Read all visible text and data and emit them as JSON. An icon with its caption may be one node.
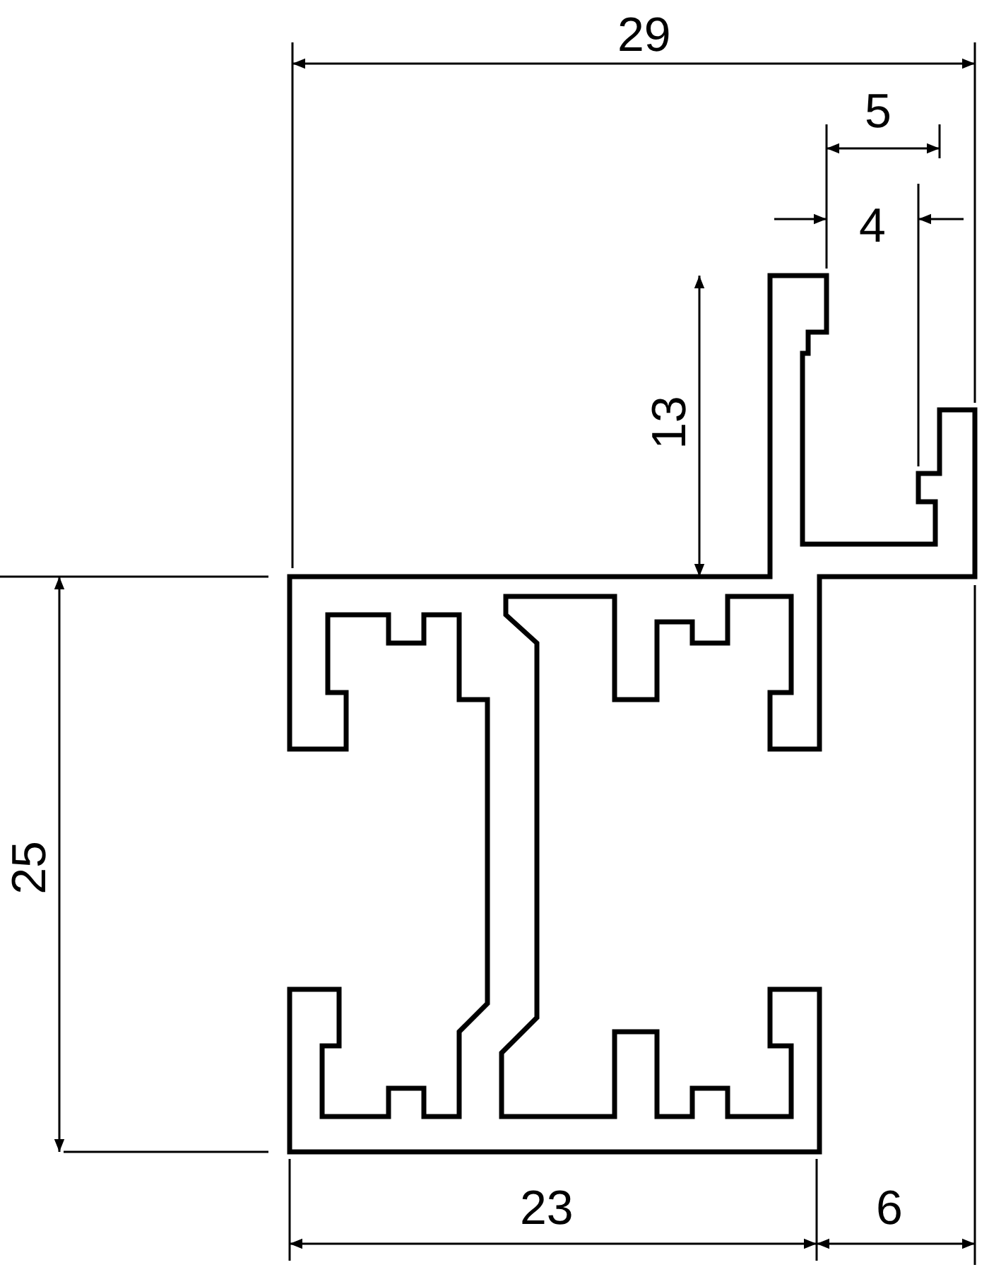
{
  "diagram": {
    "labels": [
      "29",
      "5",
      "4",
      "13",
      "25",
      "23",
      "6"
    ]
  }
}
